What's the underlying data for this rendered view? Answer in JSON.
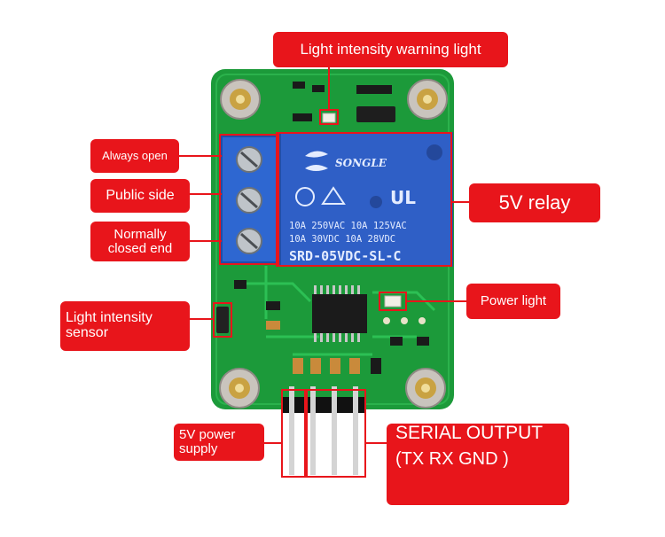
{
  "colors": {
    "label_bg": "#e8151b",
    "label_text": "#ffffff",
    "pcb": "#1c9a3a",
    "relay": "#2f5fc6",
    "terminal": "#2e67d1"
  },
  "labels": {
    "light_warning": "Light intensity warning light",
    "always_open": "Always open",
    "public_side": "Public side",
    "normally_closed": "Normally\nclosed end",
    "relay_5v": "5V relay",
    "power_light": "Power light",
    "light_sensor": "Light intensity\nsensor",
    "power_supply": "5V power\nsupply",
    "serial_output": "SERIAL OUTPUT",
    "serial_pins": "(TX RX GND )"
  },
  "relay_markings": {
    "brand": "SONGLE",
    "rating_1": "10A 250VAC 10A 125VAC",
    "rating_2": "10A  30VDC  10A  28VDC",
    "model": "SRD-05VDC-SL-C"
  }
}
